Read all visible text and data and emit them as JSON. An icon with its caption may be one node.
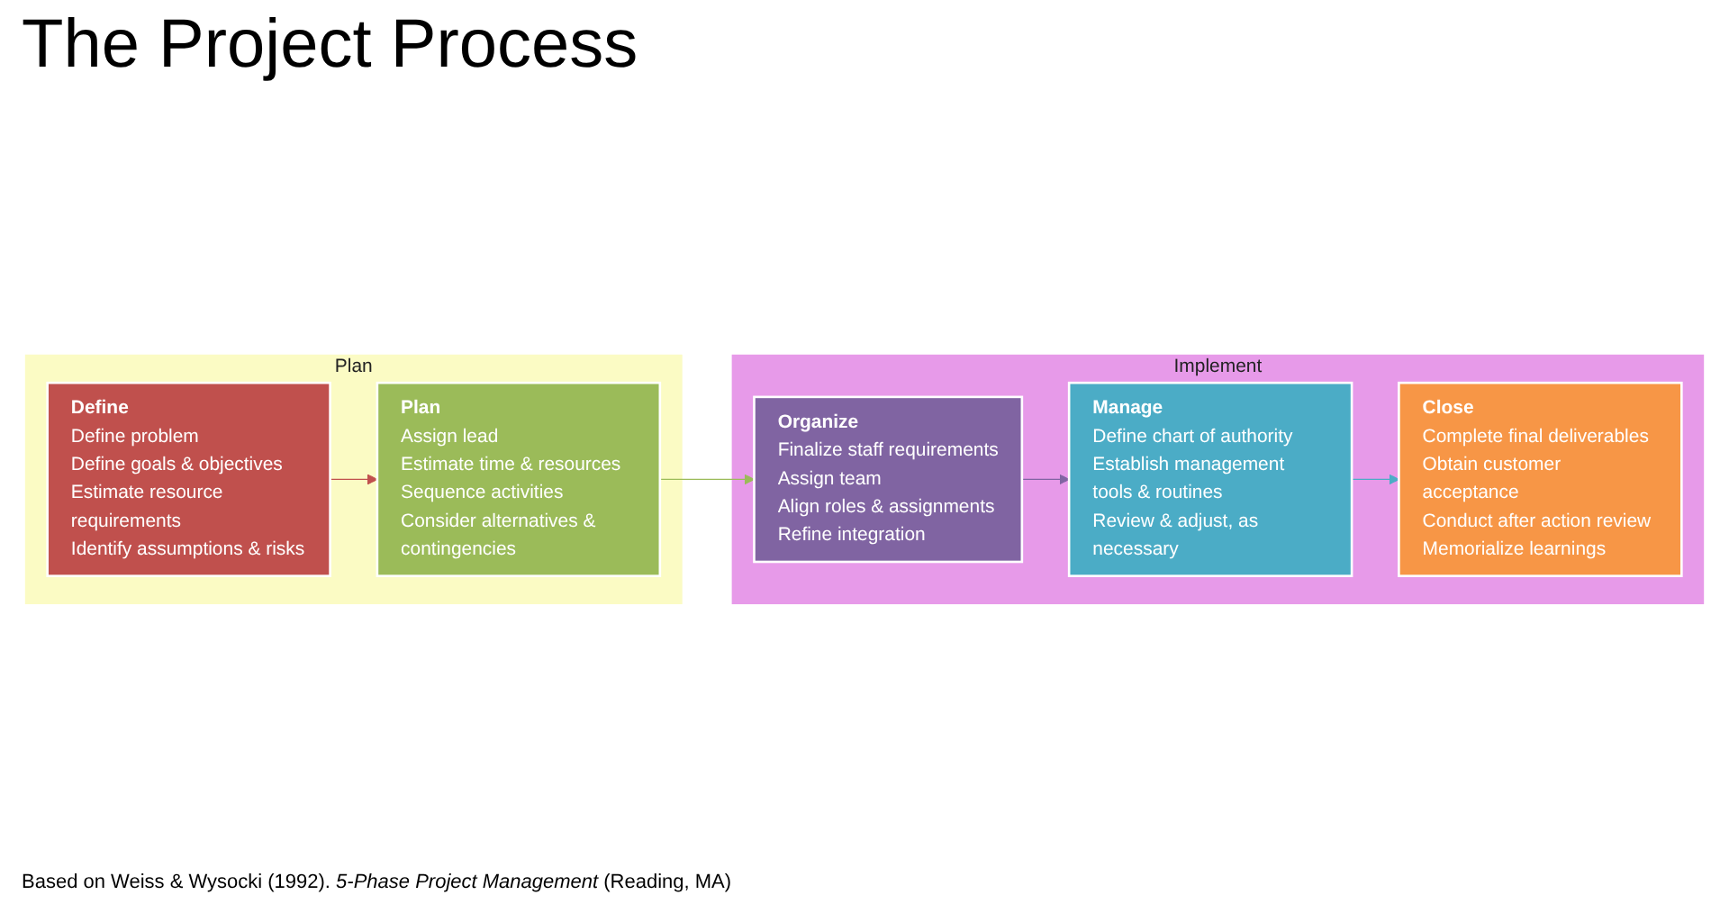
{
  "diagram": {
    "title": "The Project Process",
    "caption": "Based on Weiss & Wysocki (1992). *5-Phase Project Management* (Reading, MA)",
    "nodes": [
      {
        "text": [
          "Plan"
        ]
      },
      {
        "text": [
          "Define",
          "Define problem",
          "Define goals & objectives",
          "Estimate resource requirements",
          "Identify assumptions & risks"
        ],
        "in": 0
      },
      {
        "text": [
          "Plan",
          "Assign lead",
          "Estimate time & resources",
          "Sequence activities",
          "Consider alternatives & contingencies"
        ],
        "in": 0
      },
      {
        "text": [
          "Implement"
        ]
      },
      {
        "text": [
          "Organize",
          "Finalize staff requirements",
          "Assign team",
          "Align roles & assignments",
          "Refine integration"
        ],
        "in": 3
      },
      {
        "text": [
          "Manage",
          "Define chart of authority",
          "Establish management tools & routines",
          "Review & adjust, as necessary"
        ],
        "in": 3
      },
      {
        "text": [
          "Close",
          "Complete final deliverables",
          "Obtain customer acceptance",
          "Conduct after action review",
          "Memorialize learnings"
        ],
        "in": 3
      }
    ],
    "edges": [
      {
        "from": 1,
        "to": 2,
        "arrow": "to",
        "color": "#c0504d"
      },
      {
        "from": 2,
        "to": 4,
        "arrow": "to",
        "color": "#9bbb59"
      },
      {
        "from": 4,
        "to": 5,
        "arrow": "to",
        "color": "#8064a2"
      },
      {
        "from": 5,
        "to": 6,
        "arrow": "to",
        "color": "#4bacc6"
      }
    ]
  }
}
